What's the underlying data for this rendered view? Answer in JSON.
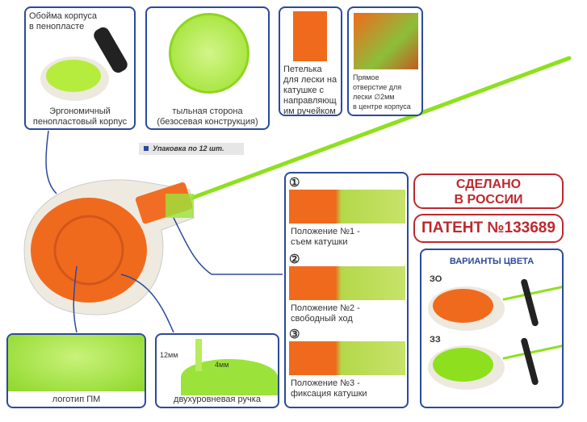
{
  "colors": {
    "frame": "#2b4a9a",
    "red": "#c0282e",
    "orange": "#f06a1e",
    "green": "#8ee01e"
  },
  "top_boxes": [
    {
      "label_top": "Обойма корпуса\nв пенопласте",
      "label_bottom": "Эргономичный\nпенопластовый корпус"
    },
    {
      "label": "тыльная сторона\n(безосевая конструкция)"
    },
    {
      "label": "Петелька\nдля лески на\nкатушке с\nнаправляющ\nим ручейком"
    },
    {
      "label": "Прямое\nотверстие для\nлески ∅2мм\nв центре корпуса"
    }
  ],
  "packaging": "Упаковка по 12 шт.",
  "positions": [
    {
      "num": "①",
      "label": "Положение №1 -\nсъем катушки"
    },
    {
      "num": "②",
      "label": "Положение №2 -\nсвободный ход"
    },
    {
      "num": "③",
      "label": "Положение №3 -\nфиксация катушки"
    }
  ],
  "made_in": "СДЕЛАНО\nВ РОССИИ",
  "patent": "ПАТЕНТ №133689",
  "colors_box": {
    "title": "ВАРИАНТЫ ЦВЕТА",
    "variants": [
      {
        "code": "ЗО"
      },
      {
        "code": "ЗЗ"
      }
    ]
  },
  "bottom_boxes": [
    {
      "label": "логотип ПМ"
    },
    {
      "label": "двухуровневая ручка",
      "dim1": "12мм",
      "dim2": "4мм"
    }
  ]
}
